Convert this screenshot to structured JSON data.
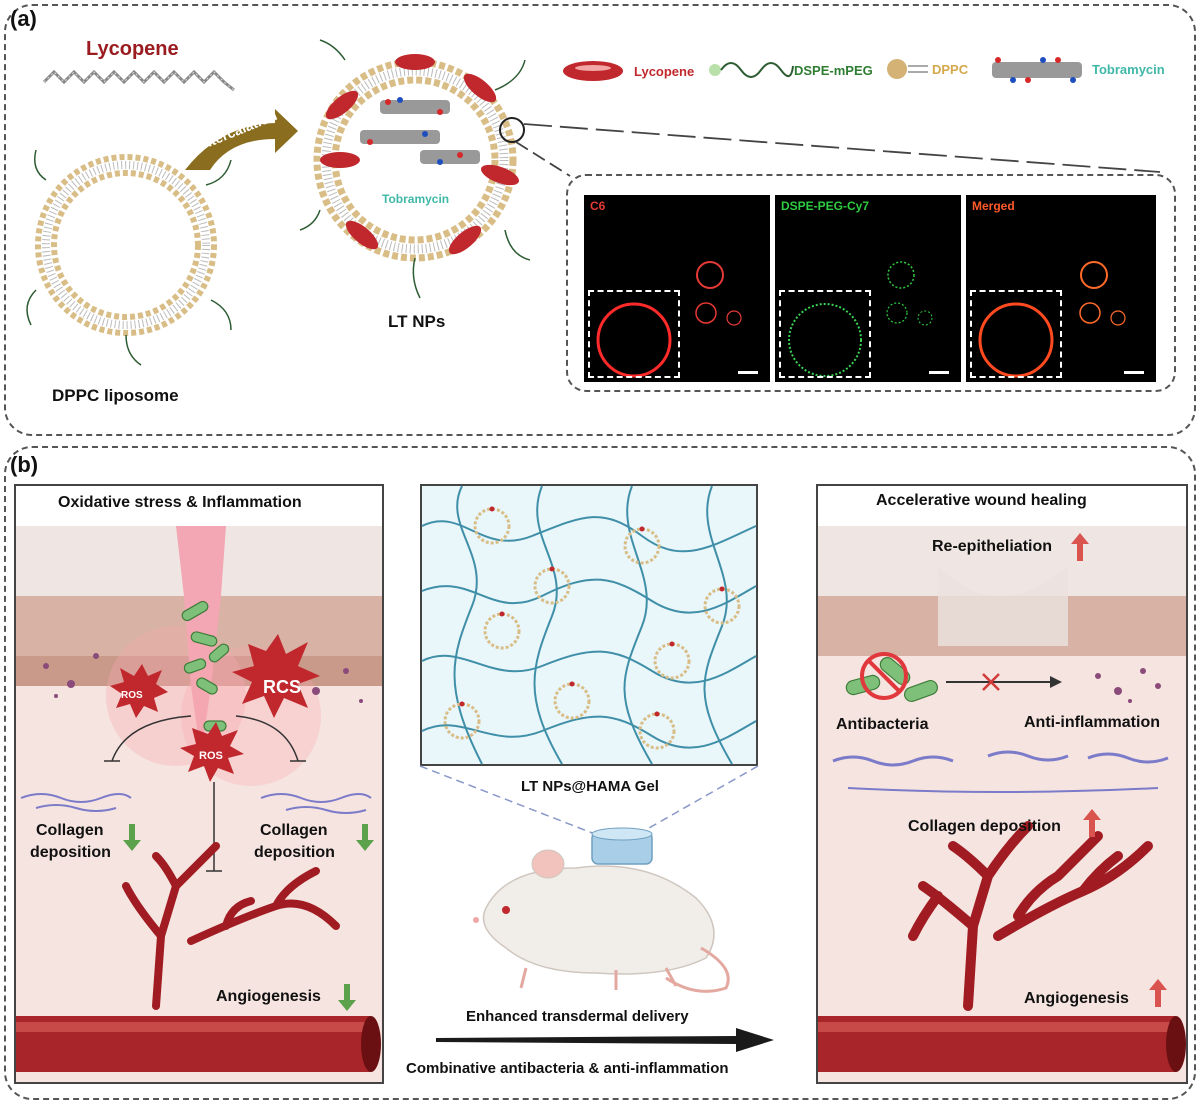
{
  "panel_a": {
    "label": "(a)",
    "lycopene_title": "Lycopene",
    "arrow_label": "Intercalation",
    "liposome_label": "DPPC liposome",
    "nps_label": "LT NPs",
    "tobramycin_inner": "Tobramycin",
    "legend": [
      {
        "name": "Lycopene",
        "color": "#c0282d"
      },
      {
        "name": "DSPE-mPEG",
        "color": "#2e7d32"
      },
      {
        "name": "DPPC",
        "color": "#d4a84b"
      },
      {
        "name": "Tobramycin",
        "color": "#3fb8a8"
      }
    ],
    "microscopy": [
      {
        "label": "C6",
        "color": "#e53935"
      },
      {
        "label": "DSPE-PEG-Cy7",
        "color": "#2ecc40"
      },
      {
        "label": "Merged",
        "color": "#ff5a2a"
      }
    ]
  },
  "panel_b": {
    "label": "(b)",
    "left": {
      "title": "Oxidative stress & Inflammation",
      "ros1": "ROS",
      "rcs": "RCS",
      "ros2": "ROS",
      "collagen_left": [
        "Collagen",
        "deposition"
      ],
      "collagen_right": [
        "Collagen",
        "deposition"
      ],
      "angiogenesis": "Angiogenesis"
    },
    "center": {
      "gel_label": "LT NPs@HAMA Gel",
      "arrow_top": "Enhanced transdermal delivery",
      "arrow_bottom": "Combinative antibacteria & anti-inflammation"
    },
    "right": {
      "title": "Accelerative wound healing",
      "reepithel": "Re-epitheliation",
      "antibacteria": "Antibacteria",
      "antiinflam": "Anti-inflammation",
      "collagen": "Collagen deposition",
      "angiogenesis": "Angiogenesis"
    }
  }
}
